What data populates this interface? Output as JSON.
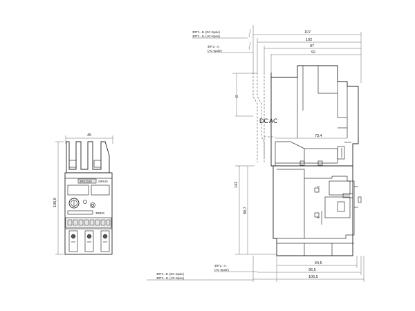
{
  "front_view": {
    "width_dim": "45",
    "height_dim": "106,6",
    "top_label": "3RU2126",
    "top_right_label": "SIRIUS",
    "small_mark": "3RB20"
  },
  "side_view": {
    "dims_top": [
      "107",
      "102",
      "97",
      "92"
    ],
    "dim_mid": "73,4",
    "dim_left_1": "∅",
    "dim_v_long": "143",
    "dim_v_short": "89,7",
    "dims_bottom": [
      "64,5",
      "96,5",
      "106,5"
    ],
    "label_dc": "DC",
    "label_ac": "AC",
    "note_top_1": "3RT2.-.B. (DC-Spule)",
    "note_top_2": "3RT2.-.N. (UC-Spule)",
    "note_top_3": "3RT2.-.A.",
    "note_top_4": "(AC-Spule)",
    "note_bot_1": "3RT2.-.A.",
    "note_bot_2": "(AC-Spule)",
    "note_bot_3": "3RT2.-.B. (DC-Spule)",
    "note_bot_4": "3RT2.-.N. (UC-Spule)"
  }
}
